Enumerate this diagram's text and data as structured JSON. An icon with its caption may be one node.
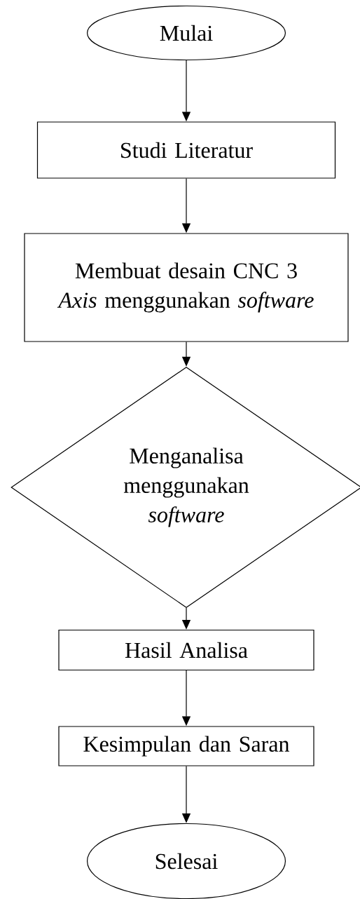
{
  "diagram": {
    "nodes": [
      {
        "text": [
          "Mulai"
        ]
      },
      {
        "text": [
          "Studi Literatur"
        ]
      },
      {
        "text": [
          "Membuat desain CNC 3 *Axis* menggunakan *software*"
        ]
      },
      {
        "text": [
          "Menganalisa menggunakan *software*"
        ]
      },
      {
        "text": [
          "Hasil Analisa"
        ]
      },
      {
        "text": [
          "Kesimpulan dan Saran"
        ]
      },
      {
        "text": [
          "Selesai"
        ]
      }
    ],
    "edges": [
      {
        "from": 0,
        "to": 1,
        "arrow": "to"
      },
      {
        "from": 1,
        "to": 2,
        "arrow": "to"
      },
      {
        "from": 2,
        "to": 3,
        "arrow": "to"
      },
      {
        "from": 3,
        "to": 4,
        "arrow": "to"
      },
      {
        "from": 4,
        "to": 5,
        "arrow": "to"
      },
      {
        "from": 5,
        "to": 6,
        "arrow": "to"
      }
    ]
  }
}
